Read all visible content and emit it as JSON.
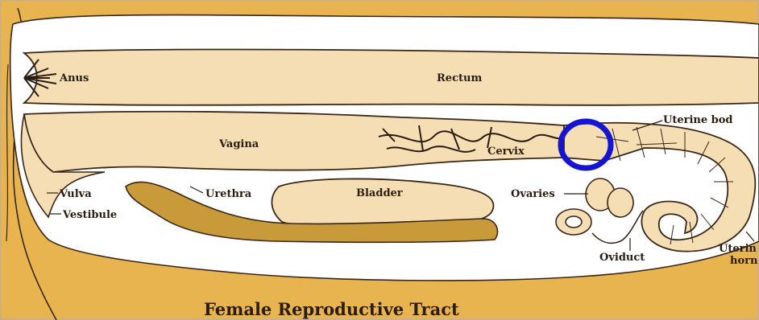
{
  "title": "Female Reproductive Tract",
  "labels": {
    "anus": "Anus",
    "rectum": "Rectum",
    "vagina": "Vagina",
    "cervix": "Cervix",
    "uterine_body": "Uterine bod",
    "vulva": "Vulva",
    "vestibule": "Vestibule",
    "urethra": "Urethra",
    "bladder": "Bladder",
    "ovaries": "Ovaries",
    "oviduct": "Oviduct",
    "uterine_horn_line1": "Uterin",
    "uterine_horn_line2": "horn"
  },
  "colors": {
    "background": "#e8b450",
    "tissue": "#f6deb4",
    "cavity": "#ffffff",
    "outline": "#3a2616",
    "urethra_fill": "#c89a3a",
    "highlight_circle": "#1414d2"
  }
}
